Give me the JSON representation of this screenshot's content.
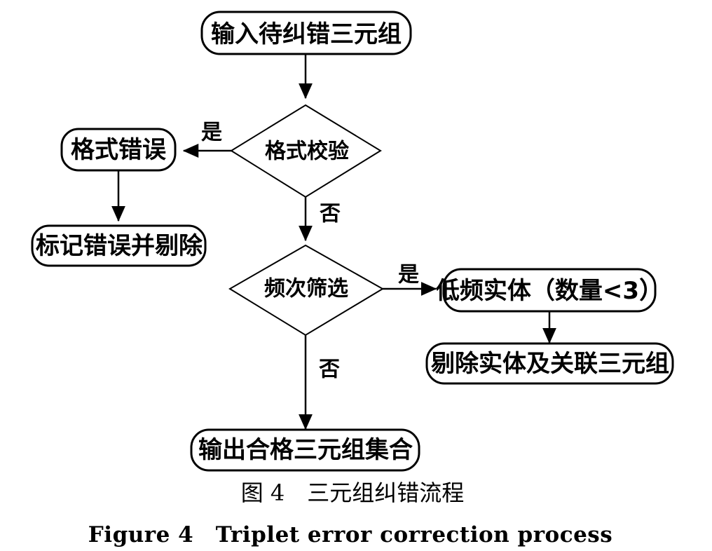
{
  "figure": {
    "caption_cn": "图 4　三元组纠错流程",
    "caption_en": "Figure 4　Triplet error correction process"
  },
  "nodes": {
    "input_triplet": "输入待纠错三元组",
    "format_check": "格式校验",
    "format_error": "格式错误",
    "mark_and_remove": "标记错误并剔除",
    "frequency_filter": "频次筛选",
    "low_freq_entity": "低频实体（数量<3）",
    "remove_entity_triplets": "剔除实体及关联三元组",
    "output_valid_set": "输出合格三元组集合"
  },
  "edges": {
    "yes_format": "是",
    "no_format": "否",
    "yes_freq": "是",
    "no_freq": "否"
  },
  "colors": {
    "stroke": "#000000",
    "fill": "#ffffff",
    "text": "#000000"
  }
}
